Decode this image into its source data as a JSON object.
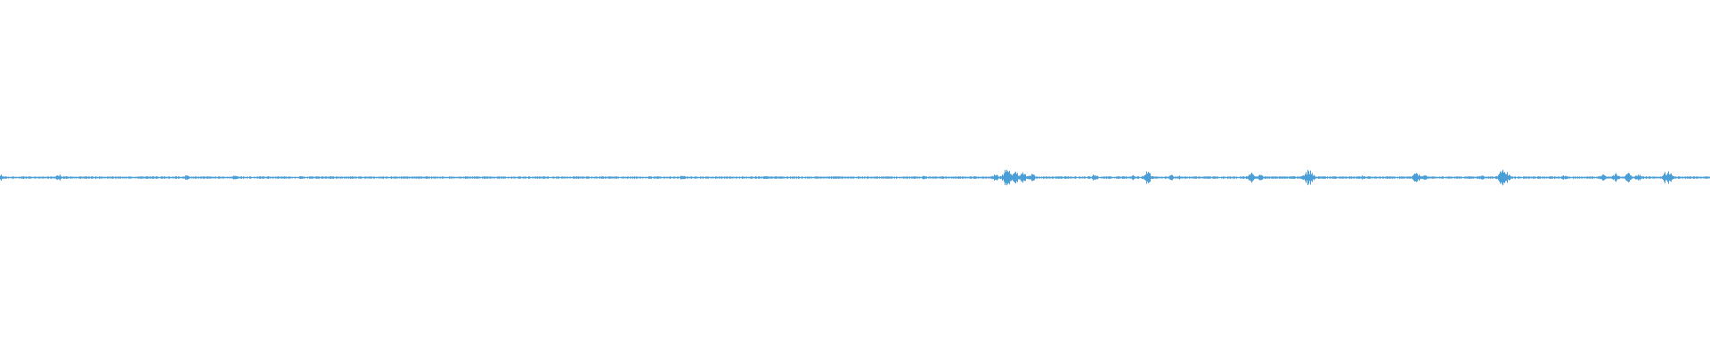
{
  "waveform": {
    "color": "#4a9fd8",
    "background": "#ffffff",
    "events": [
      [
        0.0,
        0.35
      ],
      [
        0.034,
        0.45
      ],
      [
        0.109,
        0.28
      ],
      [
        0.137,
        0.3
      ],
      [
        0.18,
        0.06
      ],
      [
        0.268,
        0.06
      ],
      [
        0.33,
        0.07
      ],
      [
        0.399,
        0.28
      ],
      [
        0.448,
        0.3
      ],
      [
        0.54,
        0.22
      ],
      [
        0.582,
        0.4
      ],
      [
        0.589,
        1.0
      ],
      [
        0.593,
        0.7
      ],
      [
        0.598,
        0.55
      ],
      [
        0.603,
        0.45
      ],
      [
        0.64,
        0.5
      ],
      [
        0.662,
        0.3
      ],
      [
        0.671,
        0.7
      ],
      [
        0.685,
        0.3
      ],
      [
        0.69,
        0.25
      ],
      [
        0.706,
        0.15
      ],
      [
        0.731,
        0.6
      ],
      [
        0.737,
        0.4
      ],
      [
        0.76,
        0.2
      ],
      [
        0.765,
        0.85
      ],
      [
        0.797,
        0.25
      ],
      [
        0.828,
        0.6
      ],
      [
        0.833,
        0.4
      ],
      [
        0.866,
        0.25
      ],
      [
        0.879,
        1.0
      ],
      [
        0.915,
        0.35
      ],
      [
        0.937,
        0.35
      ],
      [
        0.945,
        0.45
      ],
      [
        0.952,
        0.5
      ],
      [
        0.958,
        0.4
      ],
      [
        0.975,
        0.8
      ]
    ]
  }
}
